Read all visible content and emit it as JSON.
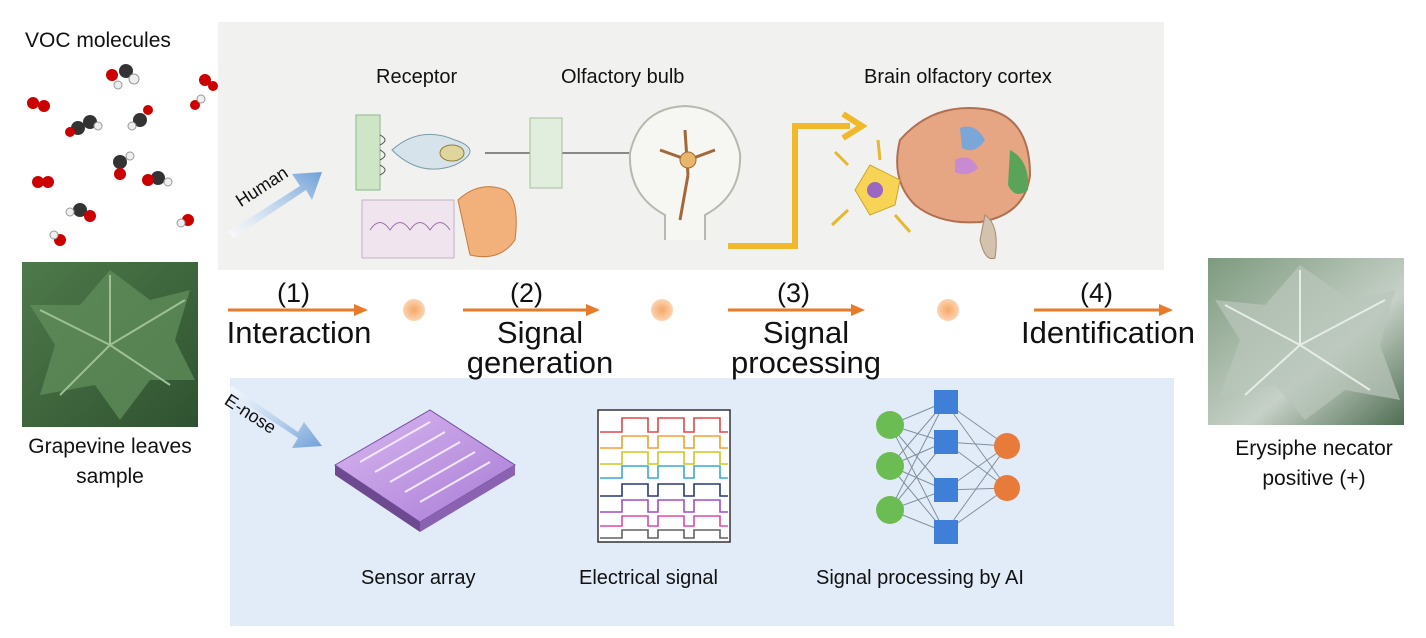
{
  "left": {
    "voc_label": "VOC molecules",
    "sample_label_1": "Grapevine leaves",
    "sample_label_2": "sample"
  },
  "right": {
    "result_label_1": "Erysiphe necator",
    "result_label_2": "positive (+)"
  },
  "human": {
    "tag": "Human",
    "receptor": "Receptor",
    "olfactory_bulb": "Olfactory bulb",
    "cortex": "Brain olfactory cortex"
  },
  "steps": [
    {
      "num": "(1)",
      "line1": "Interaction",
      "line2": ""
    },
    {
      "num": "(2)",
      "line1": "Signal",
      "line2": "generation"
    },
    {
      "num": "(3)",
      "line1": "Signal",
      "line2": "processing"
    },
    {
      "num": "(4)",
      "line1": "Identification",
      "line2": ""
    }
  ],
  "enose": {
    "tag": "E-nose",
    "sensor_array": "Sensor array",
    "electrical_signal": "Electrical signal",
    "ai_processing": "Signal processing by AI"
  },
  "colors": {
    "arrow": "#e87a2a",
    "dot": "#f6a25e",
    "human_panel": "#f1f1f0",
    "enose_panel": "#e1ecf8",
    "cortex_arrow": "#f0b82a",
    "tag_arrow": "#8fb5de"
  }
}
